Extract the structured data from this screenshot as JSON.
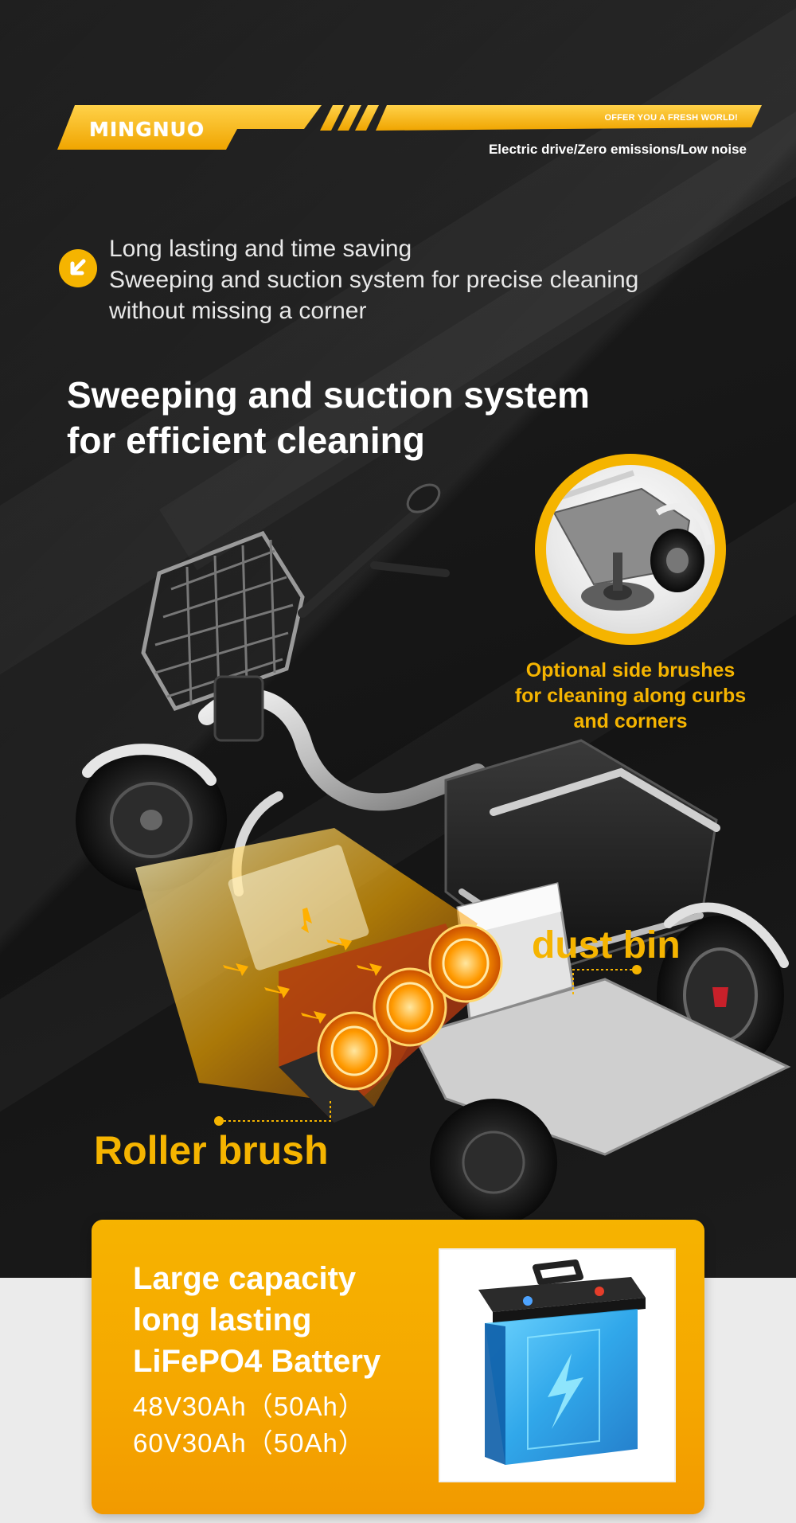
{
  "brand": {
    "logo": "MINGNUO",
    "slogan": "OFFER YOU A FRESH WORLD!",
    "tagline": "Electric drive/Zero emissions/Low noise"
  },
  "intro": {
    "icon": "arrow-down-left-icon",
    "lines": [
      "Long lasting and time saving",
      "Sweeping and suction system for precise cleaning",
      "without missing a corner"
    ]
  },
  "headline": {
    "lines": [
      "Sweeping and suction system",
      "for efficient cleaning"
    ]
  },
  "side_brush": {
    "caption_lines": [
      "Optional side brushes",
      "for cleaning along curbs",
      "and corners"
    ]
  },
  "labels": {
    "dust_bin": "dust bin",
    "roller_brush": "Roller brush"
  },
  "battery": {
    "title_lines": [
      "Large capacity",
      "long lasting",
      "LiFePO4 Battery"
    ],
    "specs": [
      "48V30Ah（50Ah）",
      "60V30Ah（50Ah）"
    ]
  },
  "colors": {
    "accent": "#f5b400",
    "background_dark": "#1a1a1a",
    "background_light": "#ebebeb"
  }
}
